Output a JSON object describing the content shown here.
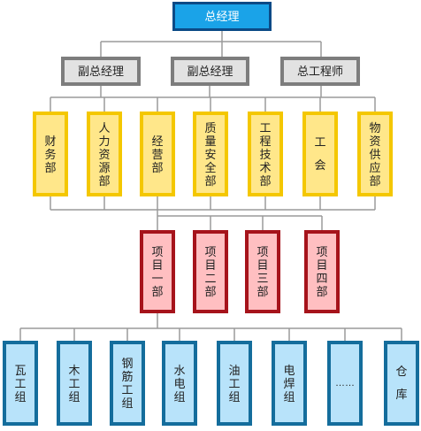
{
  "general_manager": "总经理",
  "deputies": [
    "副总经理",
    "副总经理",
    "总工程师"
  ],
  "departments": [
    "财务部",
    "人力资源部",
    "经营部",
    "质量安全部",
    "工程技术部",
    "工会",
    "物资供应部"
  ],
  "projects": [
    "项目一部",
    "项目二部",
    "项目三部",
    "项目四部"
  ],
  "teams": [
    "瓦工组",
    "木工组",
    "钢筋工组",
    "水电组",
    "油工组",
    "电焊组",
    "……",
    "仓库"
  ],
  "colors": {
    "general_manager_fill": "#1aa3e8",
    "general_manager_border": "#0b4a86",
    "deputy_fill": "#e2e2e2",
    "deputy_border": "#7d7d7d",
    "department_fill": "#ffe78a",
    "department_border": "#f4c700",
    "project_fill": "#ffbfc1",
    "project_border": "#a6131b",
    "team_fill": "#b8e3fa",
    "team_border": "#146d9c",
    "line": "#9a9a9a"
  }
}
